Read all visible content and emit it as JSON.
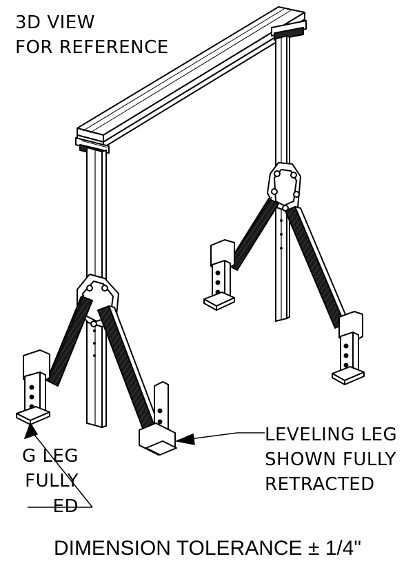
{
  "view_title": {
    "line1": "3D VIEW",
    "line2": "FOR REFERENCE"
  },
  "callouts": {
    "right": {
      "line1": "LEVELING LEG",
      "line2": "SHOWN FULLY",
      "line3": "RETRACTED"
    },
    "left": {
      "line1": "G LEG",
      "line2": "FULLY",
      "line3": "ED"
    }
  },
  "footer": {
    "tolerance": "DIMENSION TOLERANCE ± 1/4\""
  },
  "colors": {
    "ink": "#000000",
    "paper": "#ffffff",
    "hatch": "#1a1a1a"
  }
}
